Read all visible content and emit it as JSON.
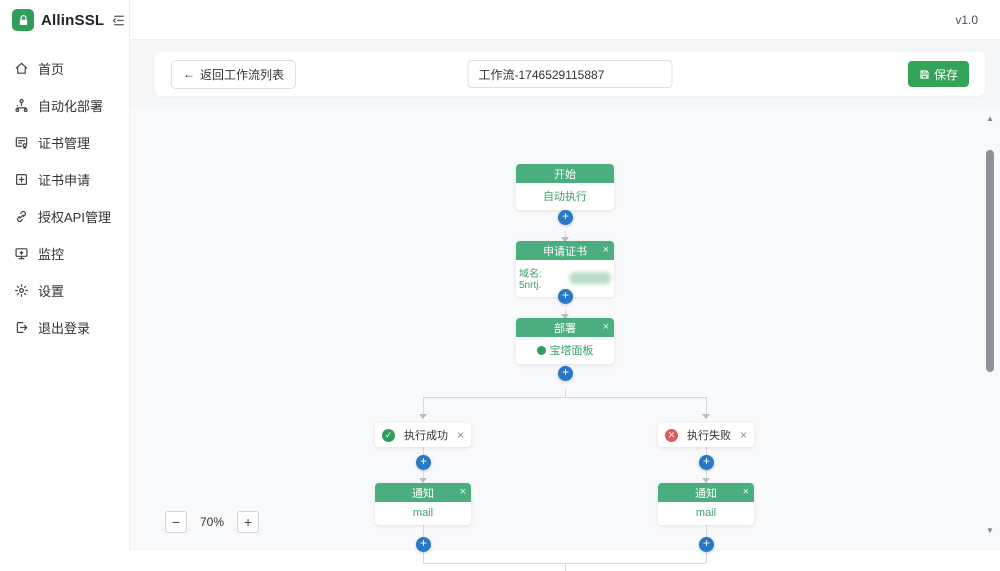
{
  "app": {
    "name": "AllinSSL",
    "version": "v1.0"
  },
  "sidebar": {
    "items": [
      {
        "label": "首页",
        "icon": "home-icon"
      },
      {
        "label": "自动化部署",
        "icon": "automation-icon"
      },
      {
        "label": "证书管理",
        "icon": "certificate-icon"
      },
      {
        "label": "证书申请",
        "icon": "apply-plus-icon"
      },
      {
        "label": "授权API管理",
        "icon": "api-link-icon"
      },
      {
        "label": "监控",
        "icon": "monitor-icon"
      },
      {
        "label": "设置",
        "icon": "gear-icon"
      },
      {
        "label": "退出登录",
        "icon": "logout-icon"
      }
    ]
  },
  "toolbar": {
    "back_arrow": "←",
    "back_label": "返回工作流列表",
    "workflow_name": "工作流-1746529115887",
    "save_label": "保存"
  },
  "workflow": {
    "start": {
      "title": "开始",
      "body": "自动执行"
    },
    "apply_cert": {
      "title": "申请证书",
      "domain_prefix": "域名: 5nrtj."
    },
    "deploy": {
      "title": "部署",
      "body": "宝塔面板"
    },
    "branch_success": {
      "label": "执行成功",
      "status_glyph": "✓"
    },
    "branch_fail": {
      "label": "执行失败",
      "status_glyph": "✕"
    },
    "notify_left": {
      "title": "通知",
      "body": "mail"
    },
    "notify_right": {
      "title": "通知",
      "body": "mail"
    },
    "close_glyph": "×",
    "plus_glyph": "+"
  },
  "zoom": {
    "minus_glyph": "−",
    "level": "70%",
    "plus_glyph": "+"
  },
  "scrollbar": {
    "up_glyph": "▲",
    "down_glyph": "▼"
  },
  "colors": {
    "brand_green": "#2f9e5b",
    "node_header_green": "#4bae7e",
    "save_green": "#33a457",
    "plus_blue": "#2878c8",
    "error_red": "#df5a5a",
    "line_gray": "#d6d9de",
    "canvas_bg": "#f8f9fb"
  }
}
